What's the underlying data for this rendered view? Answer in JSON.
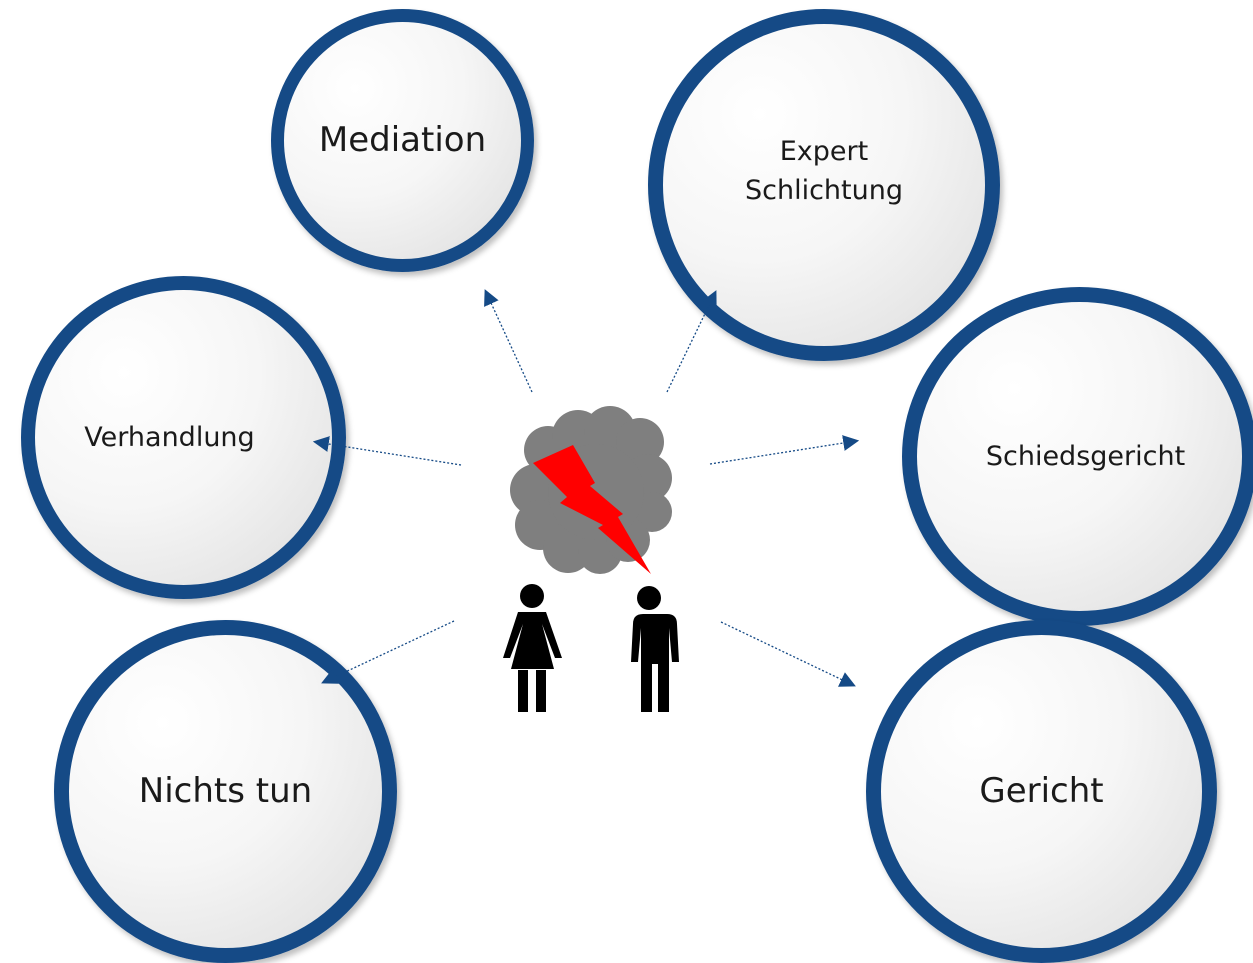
{
  "colors": {
    "ring": "#154a86",
    "circle_fill_light": "#ffffff",
    "circle_fill_dark": "#dcdcdc",
    "connector": "#154a86",
    "cloud": "#7f7f7f",
    "lightning": "#ff0000",
    "people": "#000000"
  },
  "icons": [
    "cloud-icon",
    "lightning-icon",
    "woman-icon",
    "man-icon"
  ],
  "nodes": {
    "mediation": "Mediation",
    "expert": [
      "Expert",
      "Schlichtung"
    ],
    "verhandlung": "Verhandlung",
    "schiedsgericht": "Schiedsgericht",
    "nichts_tun": "Nichts tun",
    "gericht": "Gericht"
  }
}
